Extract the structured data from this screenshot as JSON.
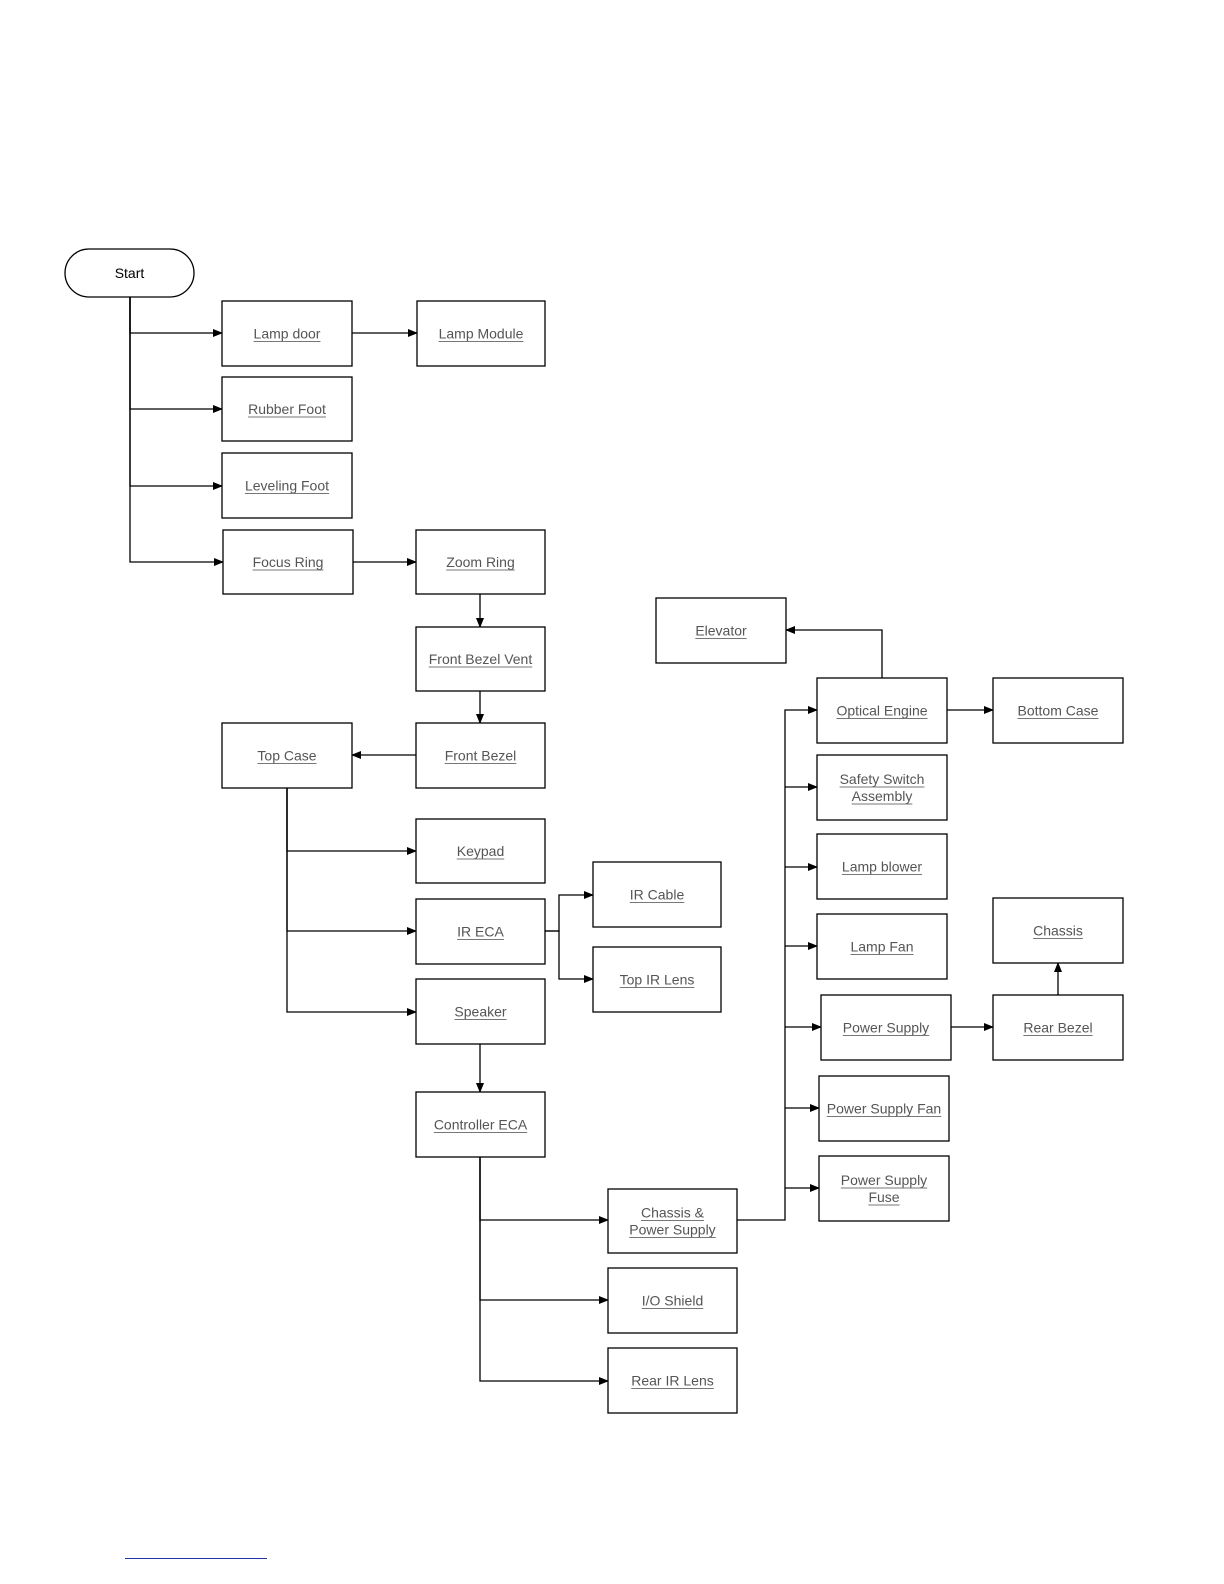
{
  "diagram": {
    "nodes": [
      {
        "id": "start",
        "shape": "terminator",
        "lines": [
          "Start"
        ]
      },
      {
        "id": "lamp-door",
        "lines": [
          "Lamp door"
        ]
      },
      {
        "id": "lamp-module",
        "lines": [
          "Lamp Module"
        ]
      },
      {
        "id": "rubber-foot",
        "lines": [
          "Rubber Foot"
        ]
      },
      {
        "id": "leveling-foot",
        "lines": [
          "Leveling Foot"
        ]
      },
      {
        "id": "focus-ring",
        "lines": [
          "Focus Ring"
        ]
      },
      {
        "id": "zoom-ring",
        "lines": [
          "Zoom Ring"
        ]
      },
      {
        "id": "front-bezel-vent",
        "lines": [
          "Front Bezel Vent"
        ]
      },
      {
        "id": "front-bezel",
        "lines": [
          "Front Bezel"
        ]
      },
      {
        "id": "top-case",
        "lines": [
          "Top Case"
        ]
      },
      {
        "id": "keypad",
        "lines": [
          "Keypad"
        ]
      },
      {
        "id": "ir-eca",
        "lines": [
          "IR ECA"
        ]
      },
      {
        "id": "ir-cable",
        "lines": [
          "IR Cable"
        ]
      },
      {
        "id": "top-ir-lens",
        "lines": [
          "Top IR Lens"
        ]
      },
      {
        "id": "speaker",
        "lines": [
          "Speaker"
        ]
      },
      {
        "id": "controller-eca",
        "lines": [
          "Controller ECA"
        ]
      },
      {
        "id": "chassis-power-supply",
        "lines": [
          "Chassis &",
          "Power Supply"
        ]
      },
      {
        "id": "io-shield",
        "lines": [
          "I/O Shield"
        ]
      },
      {
        "id": "rear-ir-lens",
        "lines": [
          "Rear IR Lens"
        ]
      },
      {
        "id": "elevator",
        "lines": [
          "Elevator"
        ]
      },
      {
        "id": "optical-engine",
        "lines": [
          "Optical Engine"
        ]
      },
      {
        "id": "bottom-case",
        "lines": [
          "Bottom Case"
        ]
      },
      {
        "id": "safety-switch-assembly",
        "lines": [
          "Safety Switch",
          "Assembly"
        ]
      },
      {
        "id": "lamp-blower",
        "lines": [
          "Lamp blower"
        ]
      },
      {
        "id": "lamp-fan",
        "lines": [
          "Lamp Fan"
        ]
      },
      {
        "id": "chassis",
        "lines": [
          "Chassis"
        ]
      },
      {
        "id": "power-supply",
        "lines": [
          "Power Supply"
        ]
      },
      {
        "id": "rear-bezel",
        "lines": [
          "Rear Bezel"
        ]
      },
      {
        "id": "power-supply-fan",
        "lines": [
          "Power Supply Fan"
        ]
      },
      {
        "id": "power-supply-fuse",
        "lines": [
          "Power Supply",
          "Fuse"
        ]
      }
    ],
    "edges": [
      {
        "from": "start",
        "to": "lamp-door"
      },
      {
        "from": "start",
        "to": "rubber-foot"
      },
      {
        "from": "start",
        "to": "leveling-foot"
      },
      {
        "from": "start",
        "to": "focus-ring"
      },
      {
        "from": "lamp-door",
        "to": "lamp-module"
      },
      {
        "from": "focus-ring",
        "to": "zoom-ring"
      },
      {
        "from": "zoom-ring",
        "to": "front-bezel-vent"
      },
      {
        "from": "front-bezel-vent",
        "to": "front-bezel"
      },
      {
        "from": "front-bezel",
        "to": "top-case"
      },
      {
        "from": "top-case",
        "to": "keypad"
      },
      {
        "from": "top-case",
        "to": "ir-eca"
      },
      {
        "from": "top-case",
        "to": "speaker"
      },
      {
        "from": "ir-eca",
        "to": "ir-cable"
      },
      {
        "from": "ir-eca",
        "to": "top-ir-lens"
      },
      {
        "from": "speaker",
        "to": "controller-eca"
      },
      {
        "from": "controller-eca",
        "to": "chassis-power-supply"
      },
      {
        "from": "controller-eca",
        "to": "io-shield"
      },
      {
        "from": "controller-eca",
        "to": "rear-ir-lens"
      },
      {
        "from": "chassis-power-supply",
        "to": "optical-engine"
      },
      {
        "from": "chassis-power-supply",
        "to": "safety-switch-assembly"
      },
      {
        "from": "chassis-power-supply",
        "to": "lamp-blower"
      },
      {
        "from": "chassis-power-supply",
        "to": "lamp-fan"
      },
      {
        "from": "chassis-power-supply",
        "to": "power-supply"
      },
      {
        "from": "chassis-power-supply",
        "to": "power-supply-fan"
      },
      {
        "from": "chassis-power-supply",
        "to": "power-supply-fuse"
      },
      {
        "from": "optical-engine",
        "to": "elevator"
      },
      {
        "from": "optical-engine",
        "to": "bottom-case"
      },
      {
        "from": "power-supply",
        "to": "rear-bezel"
      },
      {
        "from": "rear-bezel",
        "to": "chassis"
      }
    ],
    "colors": {
      "box_border": "#000000",
      "label_text": "#555555",
      "footer_rule": "#2233aa"
    }
  }
}
